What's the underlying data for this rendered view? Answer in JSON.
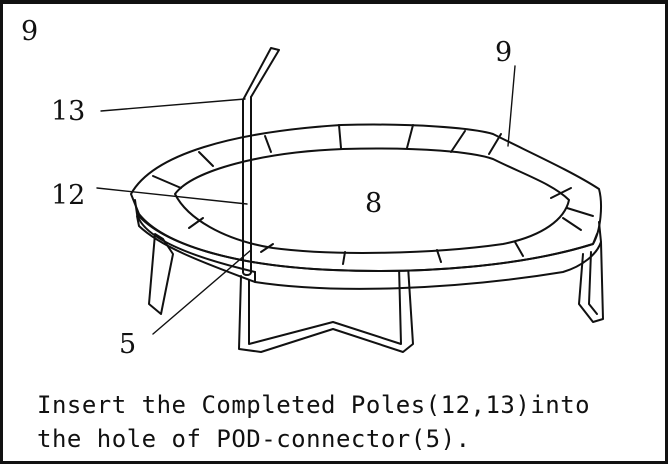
{
  "step": {
    "number": "9"
  },
  "callouts": {
    "top_rail": "9",
    "pole_top": "13",
    "pole_bottom": "12",
    "mat": "8",
    "pod_connector": "5"
  },
  "caption": {
    "line1": "Insert the Completed Poles(12,13)into",
    "line2": "the hole of POD-connector(5)."
  },
  "colors": {
    "ink": "#111111",
    "background": "#ffffff"
  }
}
